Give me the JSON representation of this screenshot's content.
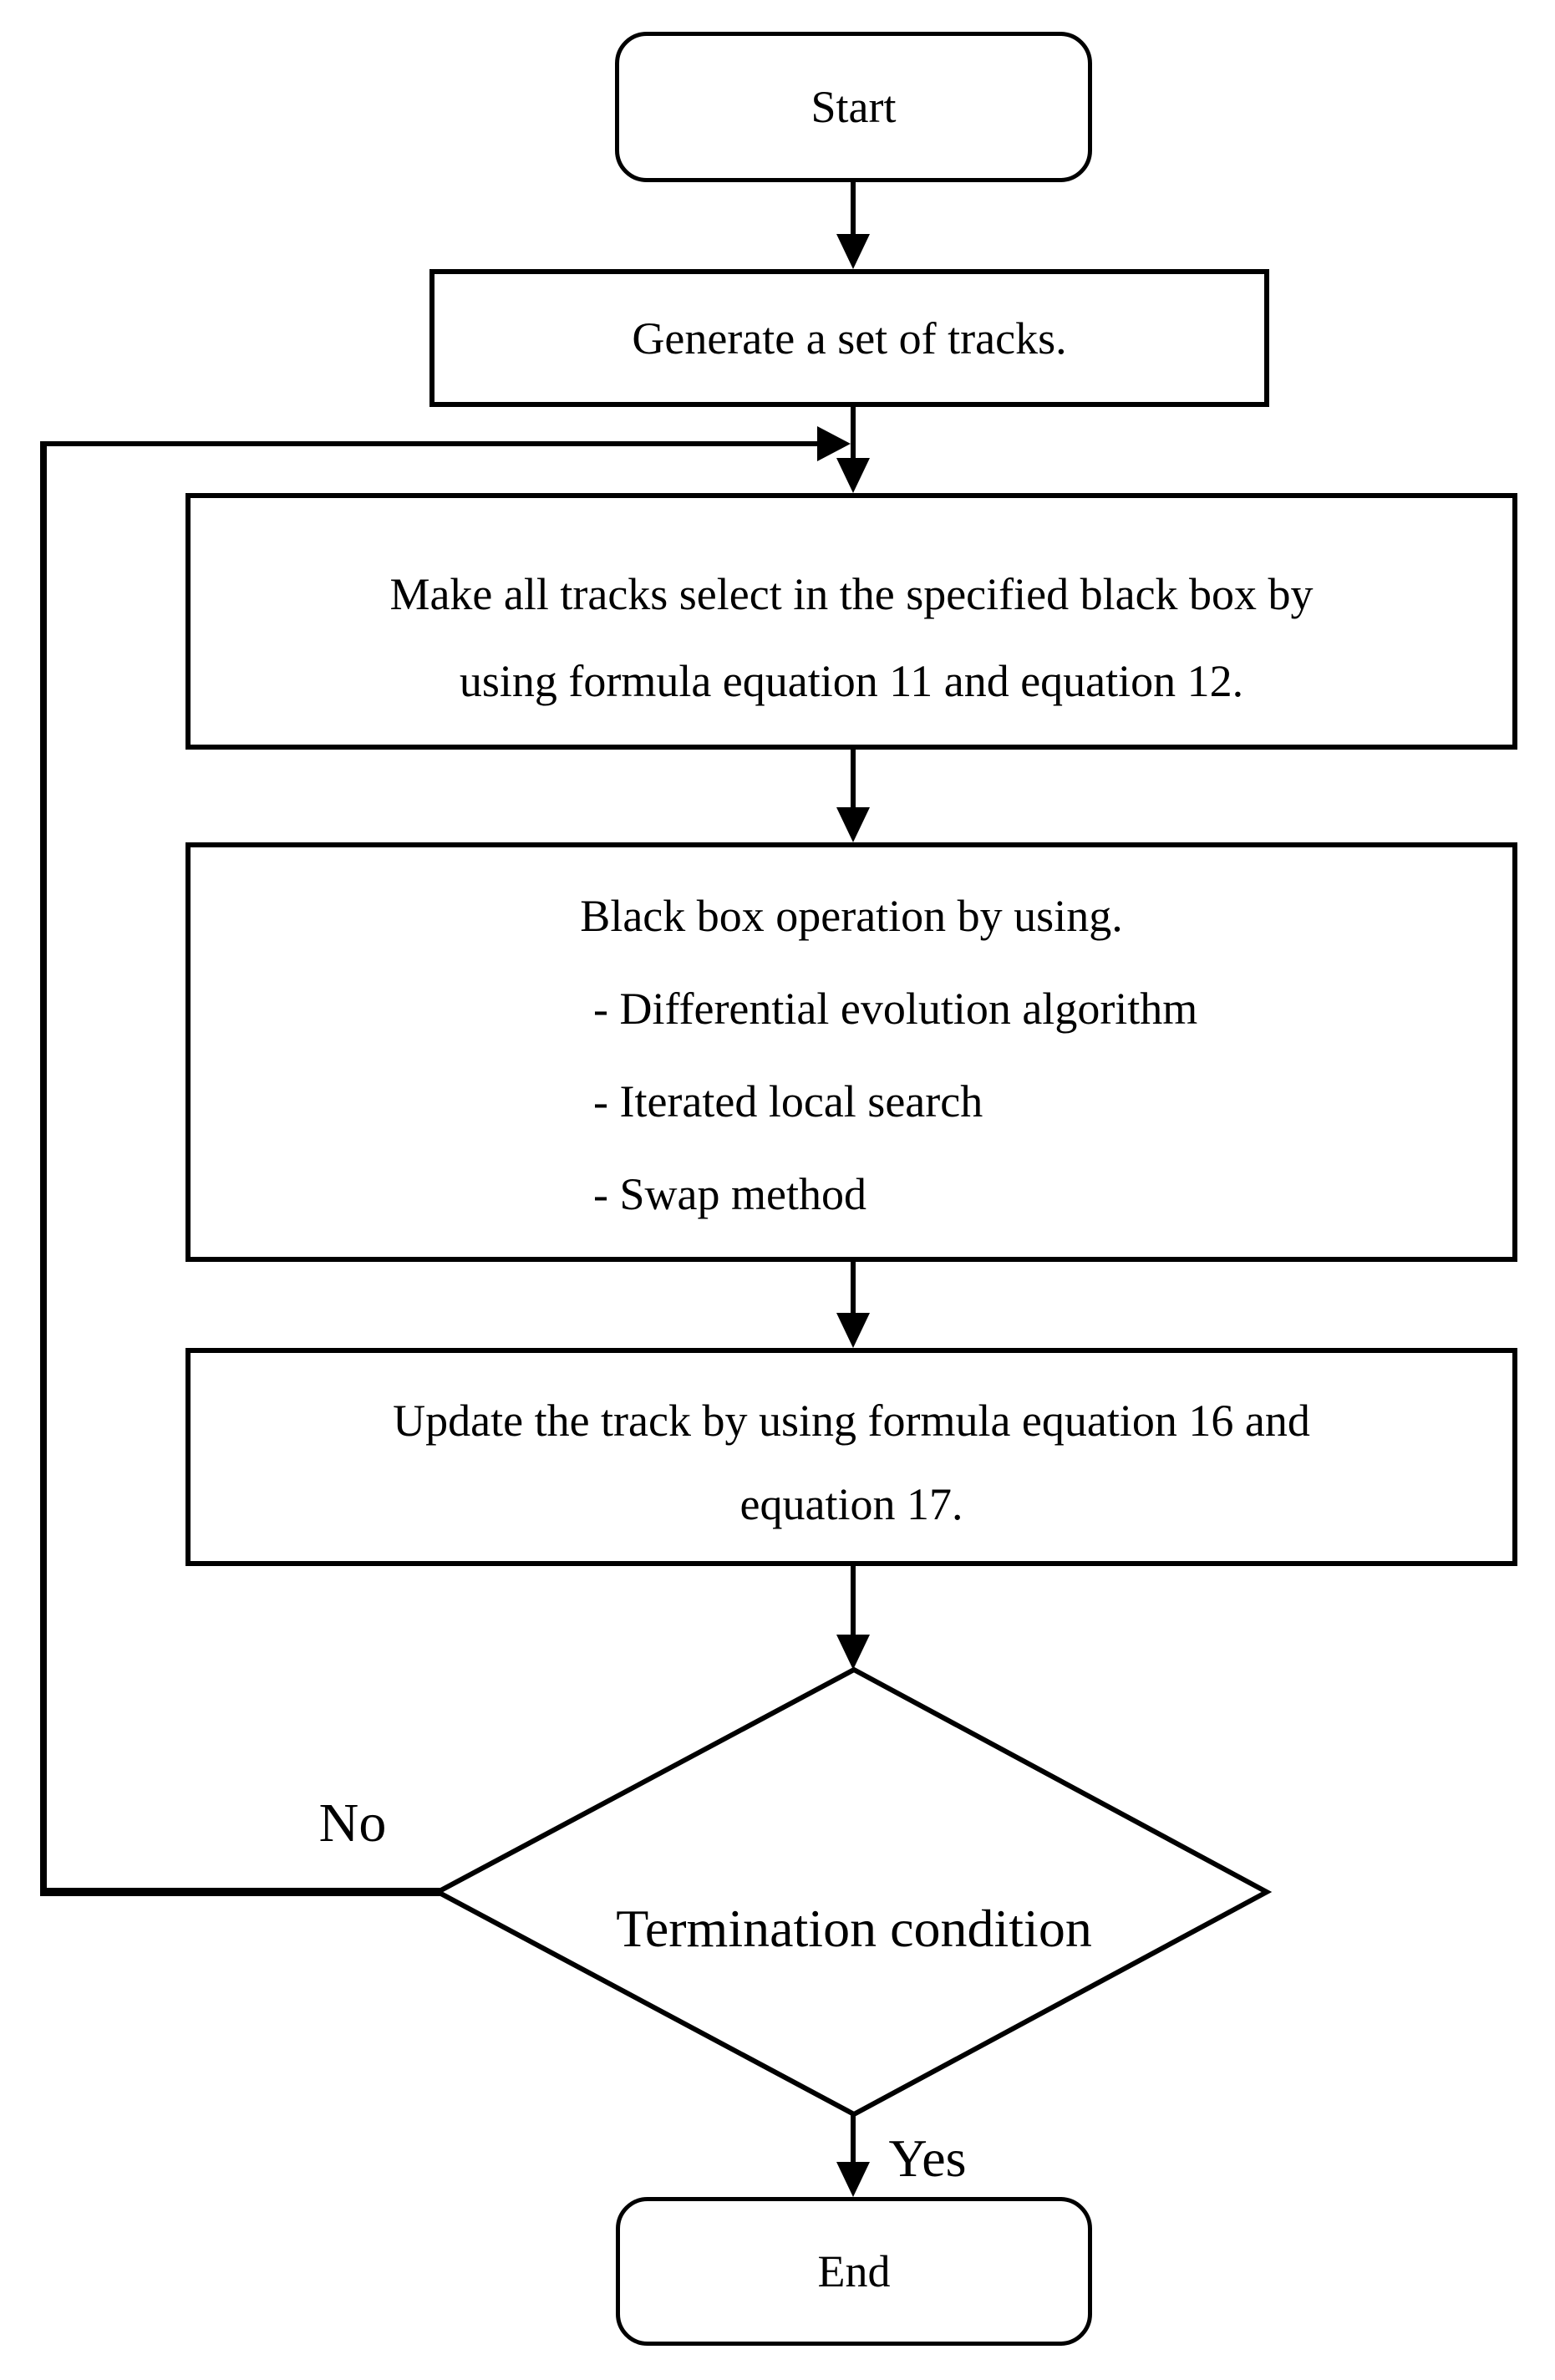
{
  "colors": {
    "ink": "#000000",
    "background": "#ffffff"
  },
  "flow": {
    "start": {
      "label": "Start"
    },
    "generate": {
      "label": "Generate a set of tracks."
    },
    "select": {
      "lines": [
        "Make all tracks select in the specified black box by",
        "using formula equation 11 and equation 12."
      ]
    },
    "blackbox": {
      "title": "Black box operation by using.",
      "items": [
        "- Differential evolution algorithm",
        "- Iterated local search",
        "- Swap method"
      ]
    },
    "update": {
      "lines": [
        "Update the track by using formula equation 16 and",
        "equation 17."
      ]
    },
    "decision": {
      "label": "Termination condition",
      "no_label": "No",
      "yes_label": "Yes"
    },
    "end": {
      "label": "End"
    }
  }
}
